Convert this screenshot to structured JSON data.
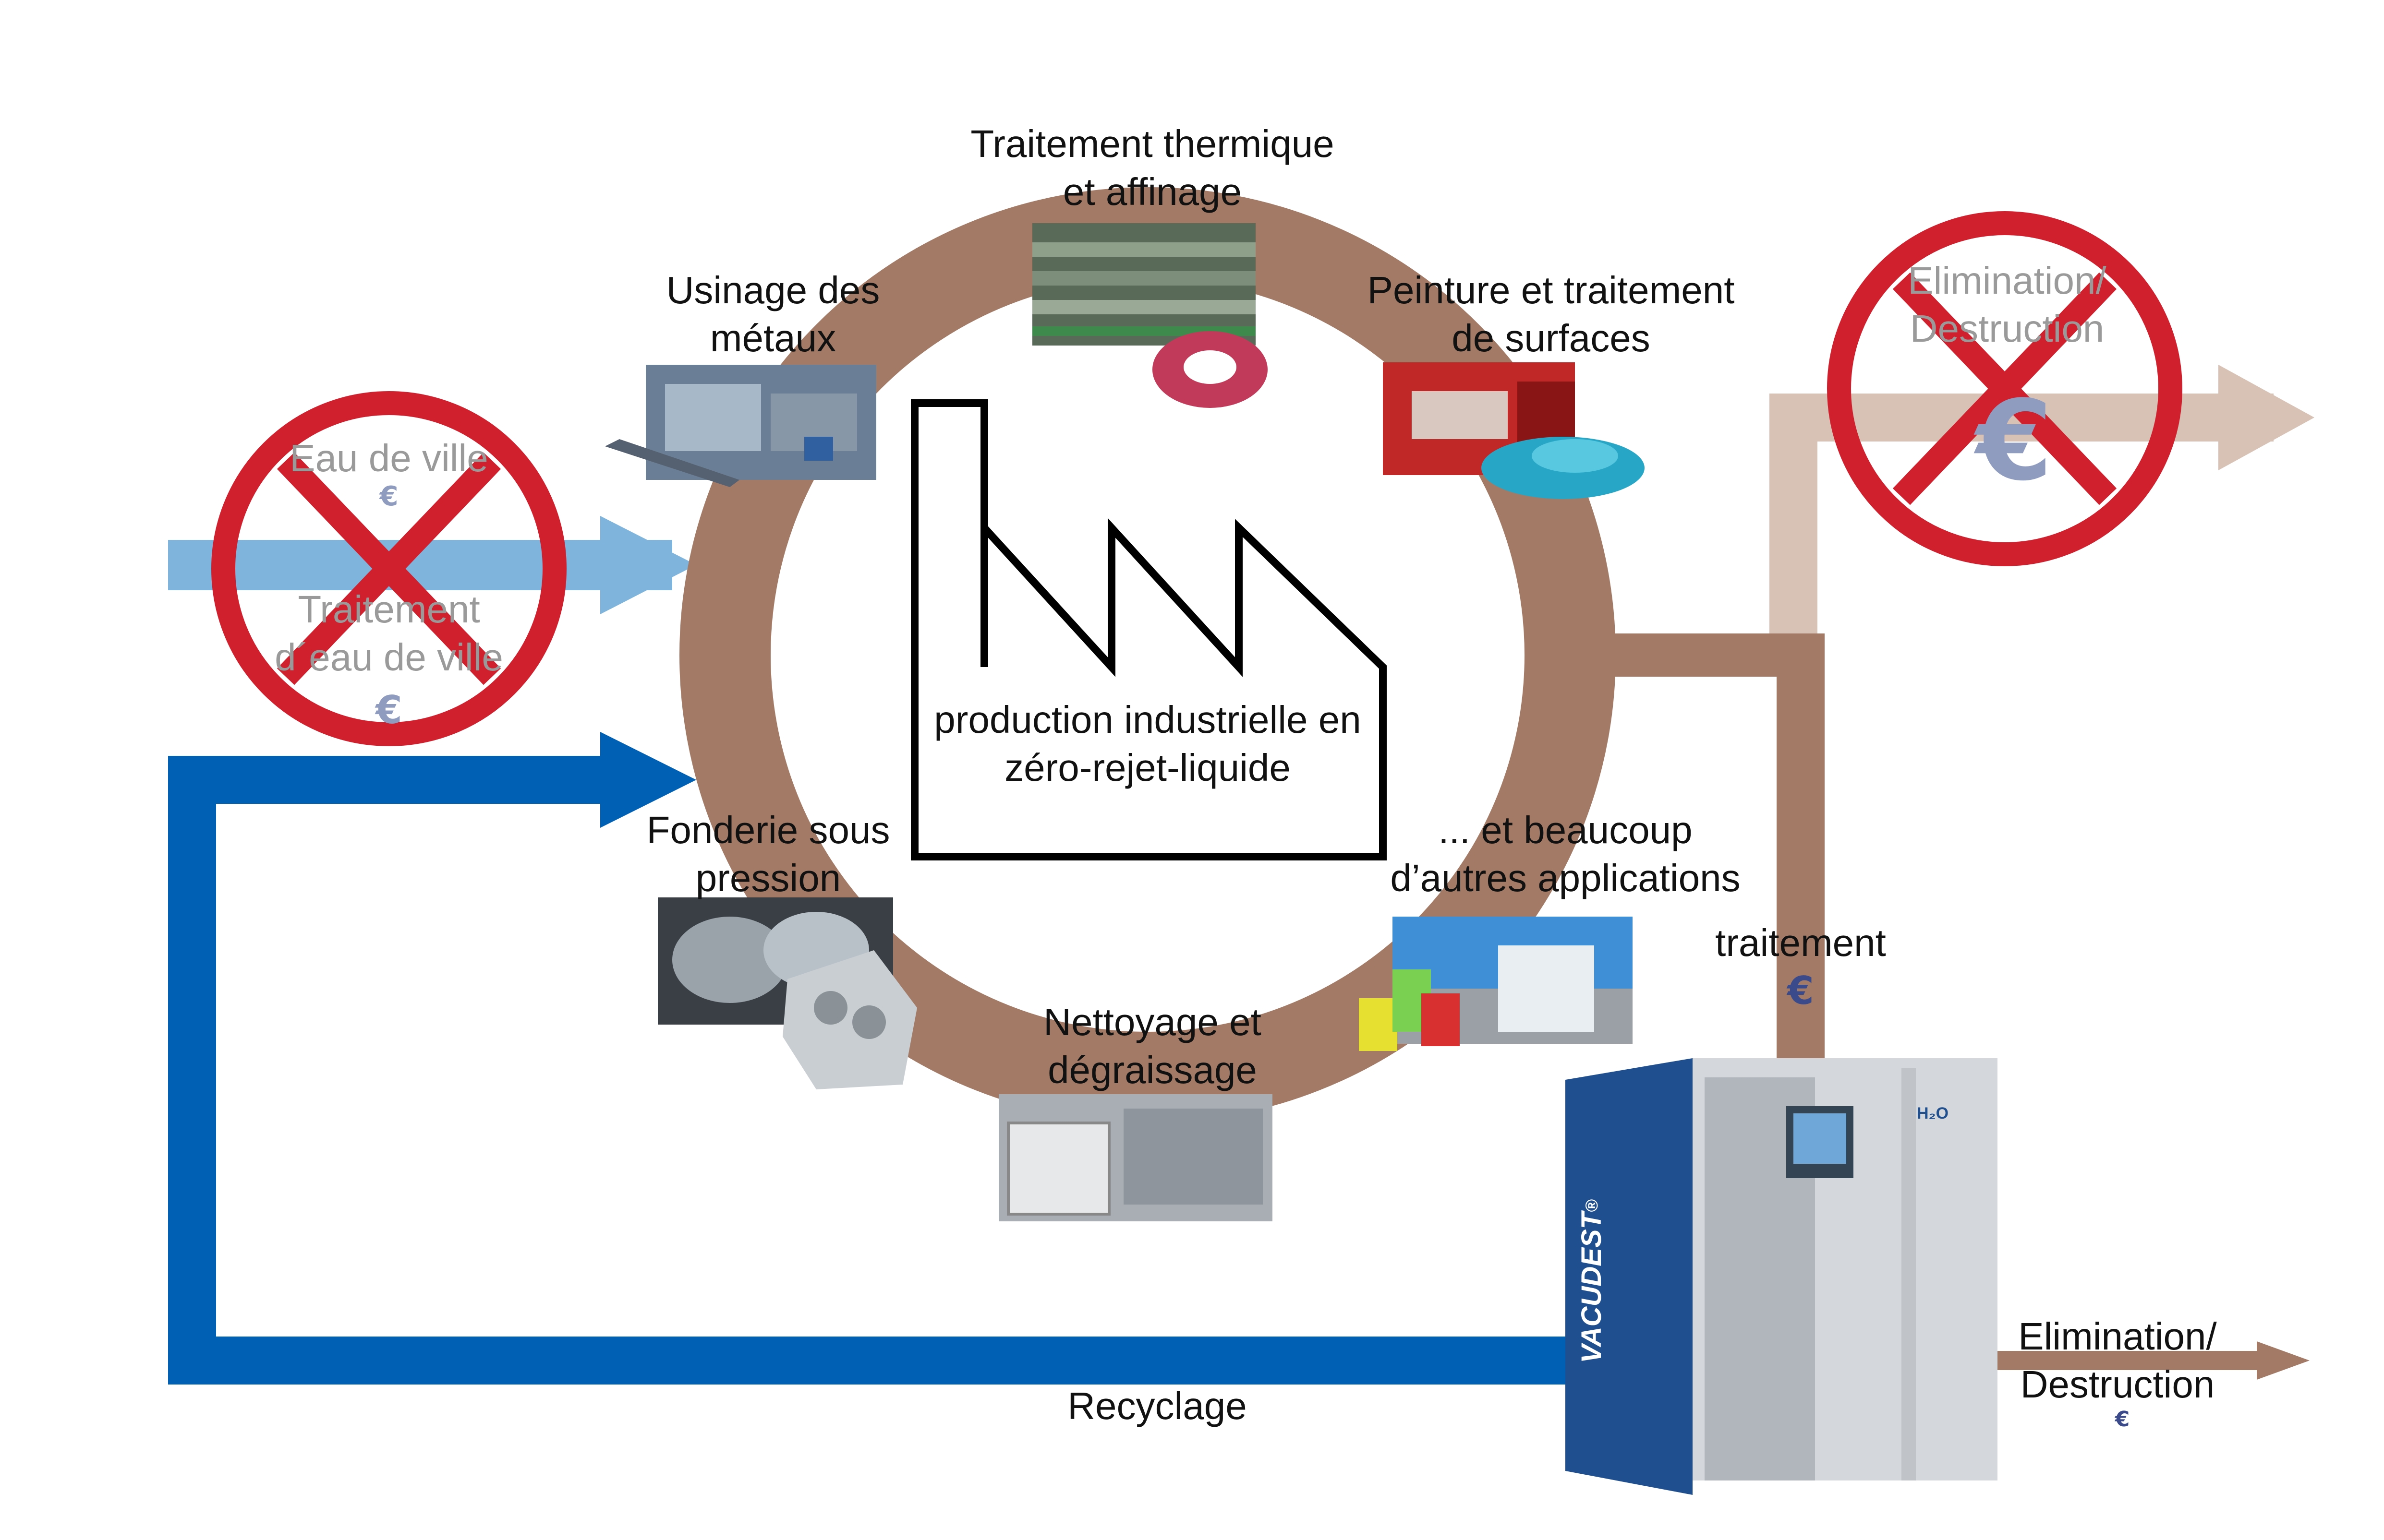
{
  "center": {
    "line1": "production industrielle en",
    "line2": "zéro-rejet-liquide"
  },
  "applications": {
    "thermique": {
      "line1": "Traitement thermique",
      "line2": "et affinage"
    },
    "usinage": {
      "line1": "Usinage des",
      "line2": "métaux"
    },
    "peinture": {
      "line1": "Peinture et traitement",
      "line2": "de surfaces"
    },
    "fonderie": {
      "line1": "Fonderie sous",
      "line2": "pression"
    },
    "autres": {
      "line1": "... et beaucoup",
      "line2": "d’autres applications"
    },
    "nettoyage": {
      "line1": "Nettoyage et",
      "line2": "dégraissage"
    }
  },
  "inputs": {
    "eau_de_ville": "Eau de ville",
    "traitement_eau_line1": "Traitement",
    "traitement_eau_line2": "d´eau de ville",
    "currency": "€"
  },
  "outputs": {
    "elimination_top_line1": "Elimination/",
    "elimination_top_line2": "Destruction",
    "traitement": "traitement",
    "elimination_bottom_line1": "Elimination/",
    "elimination_bottom_line2": "Destruction",
    "currency": "€"
  },
  "recycling": {
    "label": "Recyclage"
  },
  "machine": {
    "brand": "VACUDEST",
    "registered": "®",
    "badge": "H₂O"
  },
  "colors": {
    "ring": "#a37a66",
    "pipe_brown": "#a37a66",
    "pipe_light_brown": "#d8c2b5",
    "recycle_blue": "#0061b4",
    "city_water_blue": "#7fb4dc",
    "prohibition_red": "#d0202e",
    "machine_blue": "#1f4f8e",
    "euro_blue": "#3a4a8a"
  }
}
